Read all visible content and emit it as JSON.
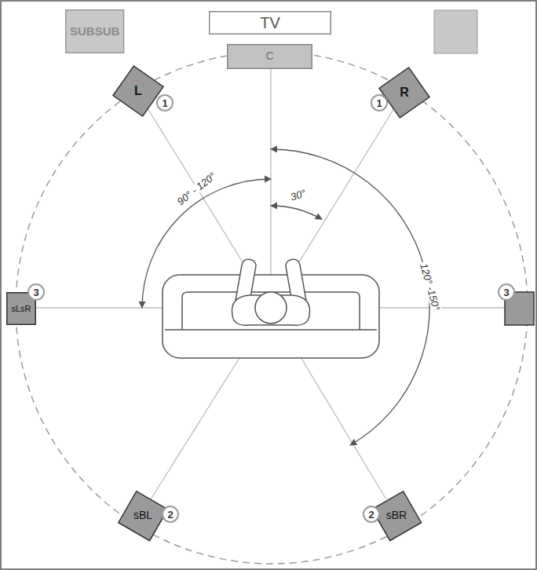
{
  "diagram": {
    "nodes": [
      {
        "text": [
          "SUBSUB"
        ]
      },
      {
        "text": [
          "TV"
        ]
      },
      {
        "text": [
          "C"
        ]
      },
      {
        "text": [
          "L"
        ]
      },
      {
        "text": [
          "R"
        ]
      },
      {
        "text": [
          "sLsR"
        ]
      },
      {
        "text": [
          "sBL"
        ]
      },
      {
        "text": [
          "sBR"
        ]
      }
    ],
    "labels": [
      "1",
      "1",
      "3",
      "3",
      "2",
      "2",
      "90° - 120°",
      "30°",
      "120° -150°"
    ]
  }
}
